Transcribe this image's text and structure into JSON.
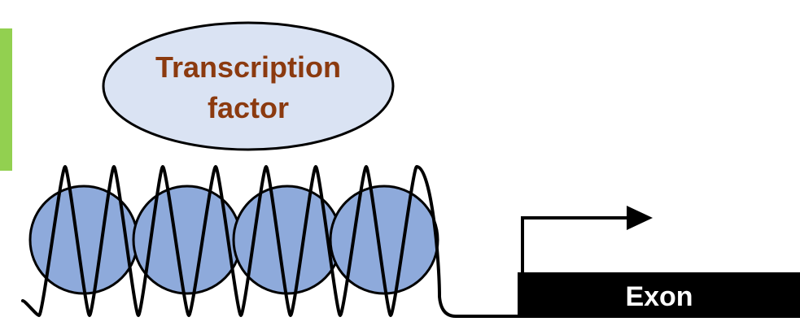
{
  "transcription_factor": {
    "line1": "Transcription",
    "line2": "factor"
  },
  "exon": {
    "label": "Exon"
  },
  "colors": {
    "nucleosome_fill": "#8eaadb",
    "transcription_factor_fill": "#dae3f3",
    "transcription_factor_text": "#8b3a0f",
    "side_bar": "#92d050",
    "dna": "#000000",
    "exon_block": "#000000"
  },
  "diagram": {
    "nucleosome_count": 4,
    "dna_turns_per_nucleosome": 2,
    "elements": [
      "transcription-factor",
      "nucleosomes",
      "dna-strand",
      "transcription-start-arrow",
      "exon"
    ]
  }
}
